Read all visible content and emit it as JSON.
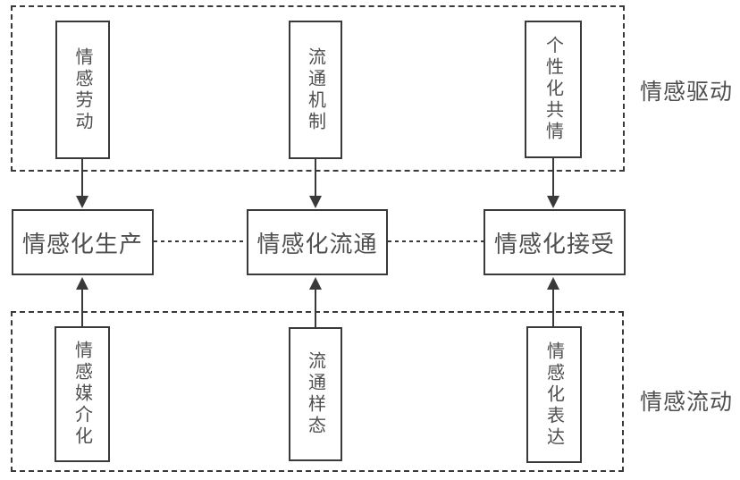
{
  "diagram": {
    "top_group": {
      "label": "情感驱动",
      "boxes": [
        {
          "text": "情感劳动"
        },
        {
          "text": "流通机制"
        },
        {
          "text": "个性化共情"
        }
      ]
    },
    "middle_row": {
      "boxes": [
        {
          "text": "情感化生产"
        },
        {
          "text": "情感化流通"
        },
        {
          "text": "情感化接受"
        }
      ]
    },
    "bottom_group": {
      "label": "情感流动",
      "boxes": [
        {
          "text": "情感媒介化"
        },
        {
          "text": "流通样态"
        },
        {
          "text": "情感化表达"
        }
      ]
    },
    "colors": {
      "line": "#3a3a3a",
      "text": "#4f4f4f",
      "background": "#ffffff"
    }
  }
}
